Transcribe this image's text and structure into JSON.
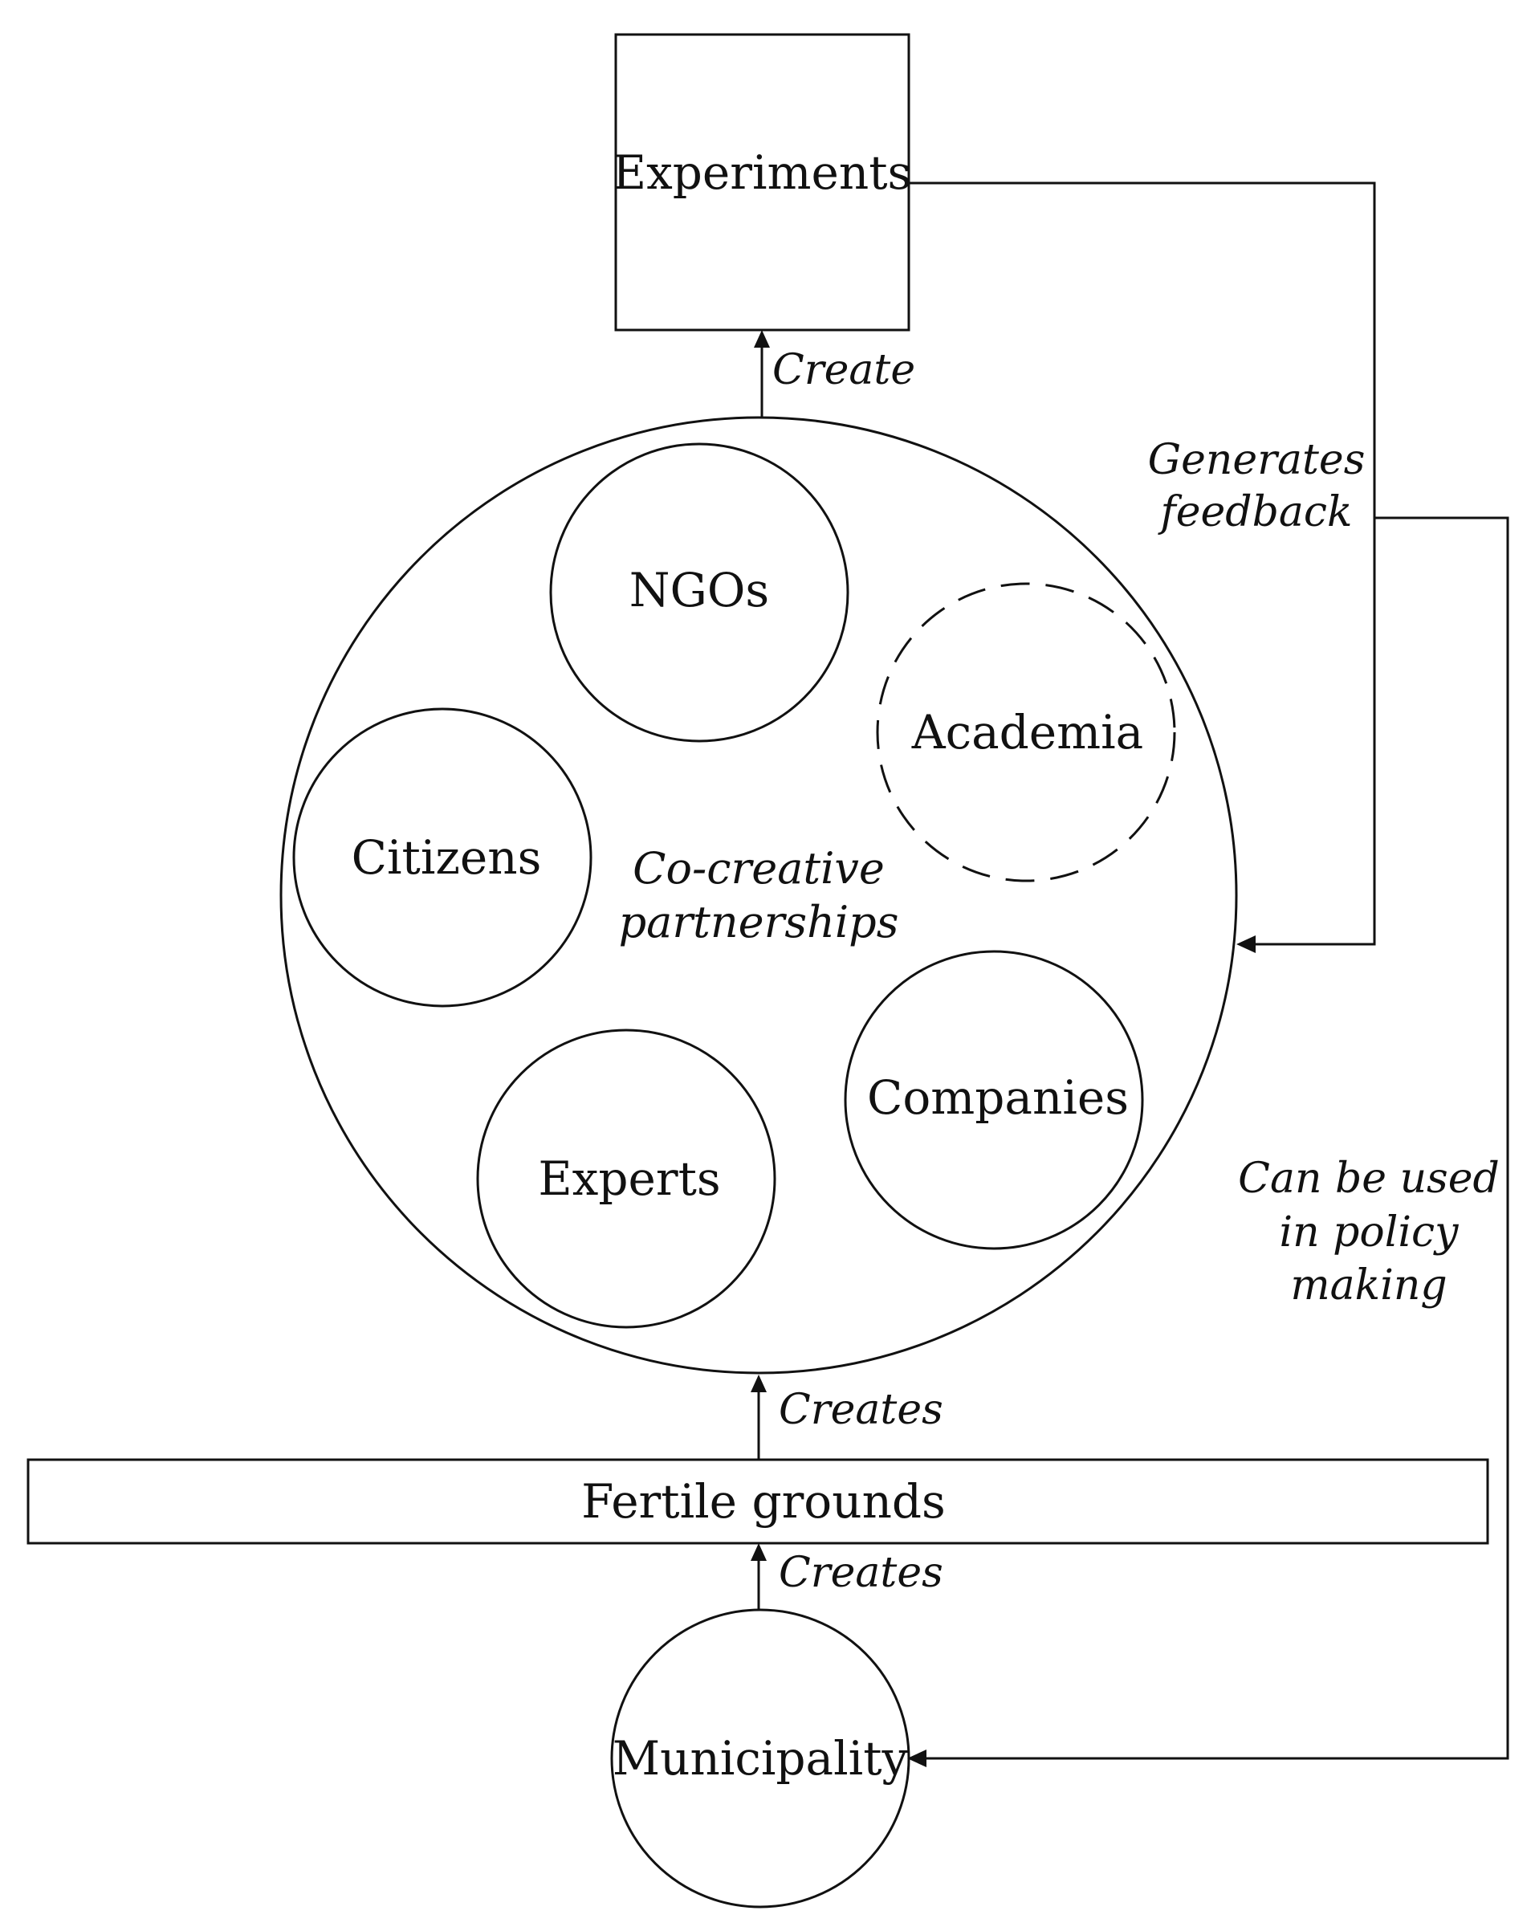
{
  "nodes": {
    "experiments": "Experiments",
    "ngos": "NGOs",
    "academia": "Academia",
    "citizens": "Citizens",
    "companies": "Companies",
    "experts": "Experts",
    "fertile_grounds": "Fertile grounds",
    "municipality": "Municipality"
  },
  "center_label": [
    "Co-creative",
    "partnerships"
  ],
  "edges": {
    "create": "Create",
    "creates_top": "Creates",
    "creates_bottom": "Creates",
    "generates_feedback": [
      "Generates",
      "feedback"
    ],
    "policy": [
      "Can be used",
      "in policy",
      "making"
    ]
  }
}
